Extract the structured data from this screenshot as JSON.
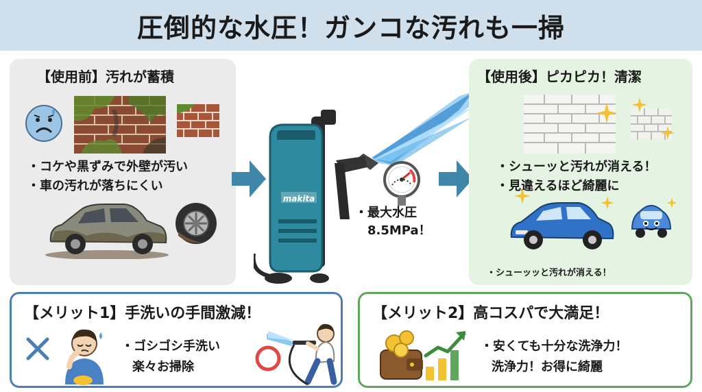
{
  "header": {
    "title": "圧倒的な水圧！ガンコな汚れも一掃"
  },
  "before": {
    "title": "【使用前】汚れが蓄積",
    "bullets": [
      "・コケや黒ずみで外壁が汚い",
      "・車の汚れが落ちにくい"
    ]
  },
  "after": {
    "title": "【使用後】ピカピカ！清潔",
    "bullets": [
      "・シューッと汚れが消える！",
      "・見違えるほど綺麗に"
    ],
    "note": "・シューッッと汚れが消える！"
  },
  "washer": {
    "brand": "makita"
  },
  "pressure": {
    "line1": "・最大水圧",
    "line2": "8.5MPa！"
  },
  "merit1": {
    "title": "【メリット1】手洗いの手間激減！",
    "lines": [
      "・ゴシゴシ手洗い",
      "楽々お掃除"
    ]
  },
  "merit2": {
    "title": "【メリット2】高コスパで大満足！",
    "lines": [
      "・安くても十分な洗浄力！",
      "洗浄力！お得に綺麗"
    ]
  },
  "colors": {
    "header_bg": "#cfe0ec",
    "washer_teal": "#2e8a9e",
    "arrow": "#3f86a8",
    "merit1_border": "#4a7fb5",
    "merit2_border": "#5fa65f",
    "wrong_mark": "#4a7fb5",
    "right_mark": "#e04848"
  },
  "icons": [
    "sad-face-icon",
    "dirty-brick-wall-icon",
    "dirty-car-icon",
    "dirty-tire-icon",
    "pressure-washer-icon",
    "pressure-gauge-icon",
    "clean-brick-wall-icon",
    "sparkle-icon",
    "clean-car-icon",
    "happy-car-icon",
    "cross-mark-icon",
    "tired-person-icon",
    "circle-mark-icon",
    "spraying-person-icon",
    "wallet-coins-icon",
    "growth-chart-icon"
  ]
}
